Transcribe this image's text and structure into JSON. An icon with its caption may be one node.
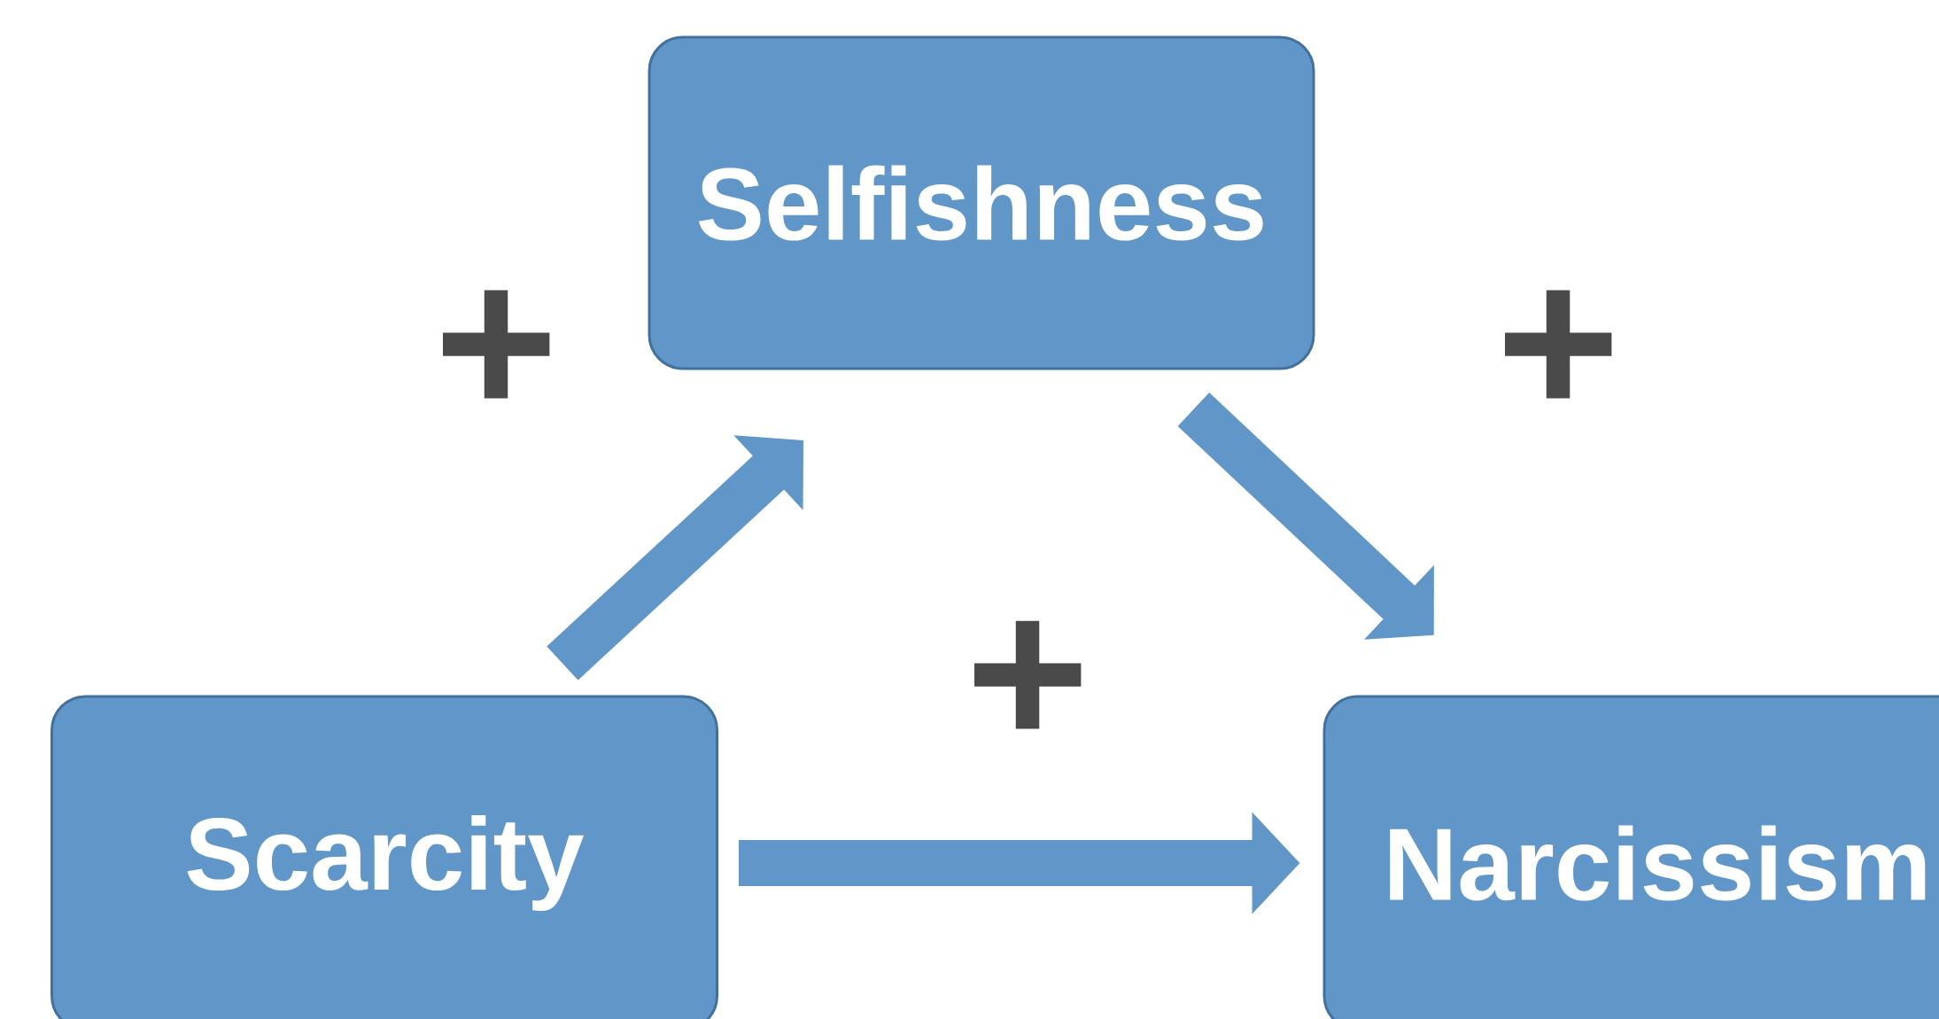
{
  "diagram": {
    "nodes": [
      {
        "text": [
          "Selfishness"
        ]
      },
      {
        "text": [
          "Scarcity"
        ]
      },
      {
        "text": [
          "Narcissism"
        ]
      }
    ],
    "edges": [
      {
        "from": 1,
        "to": 0,
        "arrow": "to",
        "label": "+"
      },
      {
        "from": 0,
        "to": 2,
        "arrow": "to",
        "label": "+"
      },
      {
        "from": 1,
        "to": 2,
        "arrow": "to",
        "label": "+"
      }
    ]
  }
}
